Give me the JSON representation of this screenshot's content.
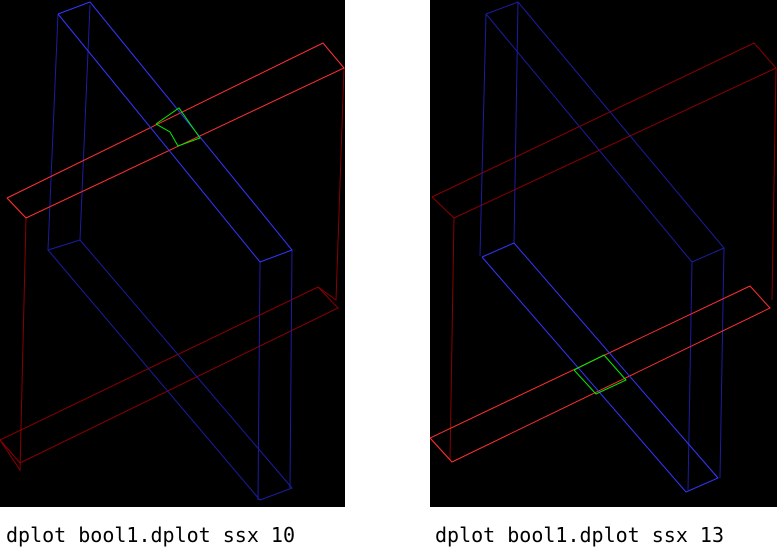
{
  "panels": [
    {
      "id": "left",
      "caption": "dplot bool1.dplot ssx 10",
      "colors": {
        "bar_front": "#ff3b3b",
        "bar_back": "#a00000",
        "bar_blue_front": "#3a3aff",
        "bar_blue_back": "#1a1a9a",
        "intersection": "#00ff00"
      }
    },
    {
      "id": "right",
      "caption": "dplot bool1.dplot ssx 13",
      "colors": {
        "bar_front": "#ff3b3b",
        "bar_back": "#a00000",
        "bar_blue_front": "#3a3aff",
        "bar_blue_back": "#1a1a9a",
        "intersection": "#00ff00"
      }
    }
  ]
}
